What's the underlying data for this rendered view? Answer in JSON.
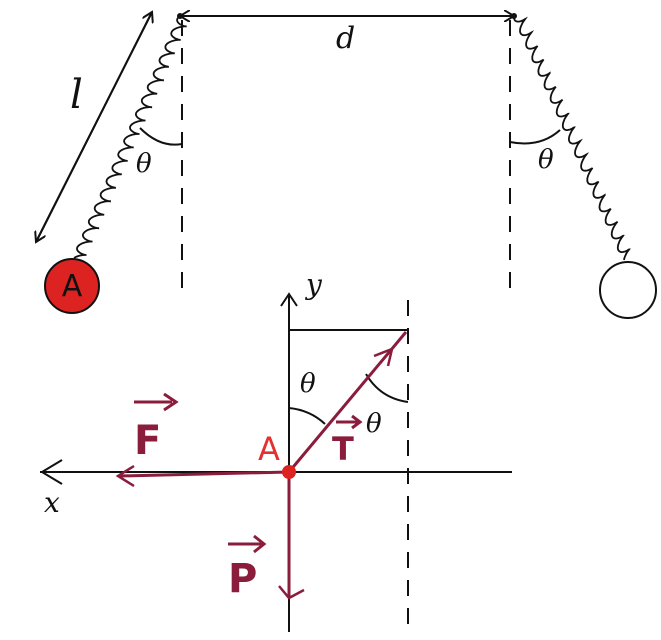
{
  "labels": {
    "length": "l",
    "distance": "d",
    "theta_left": "θ",
    "theta_right": "θ",
    "theta_diagram_1": "θ",
    "theta_diagram_2": "θ",
    "ball_left": "A",
    "point_A": "A",
    "axis_x": "x",
    "axis_y": "y",
    "force_F": "F",
    "force_T": "T",
    "force_P": "P"
  },
  "colors": {
    "ink": "#111111",
    "vector": "#8a1c3c",
    "ball_A_fill": "#dd2222",
    "point_A": "#dd2222",
    "label_A": "#e53030"
  },
  "objects": {
    "ball_left": "charged sphere A (red)",
    "ball_right": "sphere (white)"
  }
}
